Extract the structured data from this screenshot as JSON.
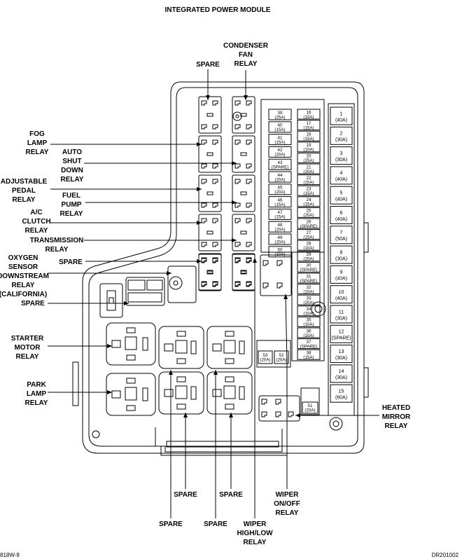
{
  "title": "INTEGRATED POWER MODULE",
  "figure_id_left": "818W-9",
  "figure_id_right": "DR201002",
  "labels": {
    "spare_top": "SPARE",
    "condenser_fan_relay": [
      "CONDENSER",
      "FAN",
      "RELAY"
    ],
    "fog_lamp_relay": [
      "FOG",
      "LAMP",
      "RELAY"
    ],
    "auto_shut_down_relay": [
      "AUTO",
      "SHUT",
      "DOWN",
      "RELAY"
    ],
    "adjustable_pedal_relay": [
      "ADJUSTABLE",
      "PEDAL",
      "RELAY"
    ],
    "fuel_pump_relay": [
      "FUEL",
      "PUMP",
      "RELAY"
    ],
    "ac_clutch_relay": [
      "A/C",
      "CLUTCH",
      "RELAY"
    ],
    "transmission_relay": [
      "TRANSMISSION",
      "RELAY"
    ],
    "spare_mid": "SPARE",
    "oxygen_sensor_relay": [
      "OXYGEN",
      "SENSOR",
      "DOWNSTREAM",
      "RELAY",
      "(CALIFORNIA)"
    ],
    "spare_left": "SPARE",
    "starter_motor_relay": [
      "STARTER",
      "MOTOR",
      "RELAY"
    ],
    "park_lamp_relay": [
      "PARK",
      "LAMP",
      "RELAY"
    ],
    "heated_mirror_relay": [
      "HEATED",
      "MIRROR",
      "RELAY"
    ],
    "spare_b1": "SPARE",
    "spare_b2": "SPARE",
    "spare_b3": "SPARE",
    "spare_b4": "SPARE",
    "wiper_on_off_relay": [
      "WIPER",
      "ON/OFF",
      "RELAY"
    ],
    "wiper_high_low_relay": [
      "WIPER",
      "HIGH/LOW",
      "RELAY"
    ]
  },
  "fuses_col1": [
    [
      "39",
      "(25A)"
    ],
    [
      "40",
      "(15A)"
    ],
    [
      "41",
      "(15A)"
    ],
    [
      "42",
      "(20A)"
    ],
    [
      "43",
      "(SPARE)"
    ],
    [
      "44",
      "(20A)"
    ],
    [
      "45",
      "(20A)"
    ],
    [
      "46",
      "(15A)"
    ],
    [
      "47",
      "(15A)"
    ],
    [
      "48",
      "(20A)"
    ],
    [
      "49",
      "(20A)"
    ],
    [
      "50",
      "(10A)"
    ]
  ],
  "fuses_col2": [
    [
      "16",
      "(10A)"
    ],
    [
      "17",
      "(15A)"
    ],
    [
      "18",
      "(15A)"
    ],
    [
      "19",
      "(10A)"
    ],
    [
      "20",
      "(25A)"
    ],
    [
      "21",
      "(20A)"
    ],
    [
      "22",
      "(20A)"
    ],
    [
      "23",
      "(15A)"
    ],
    [
      "24",
      "(15A)"
    ],
    [
      "25",
      "(20A)"
    ],
    [
      "26",
      "(SPARE)"
    ],
    [
      "27",
      "(15A)"
    ],
    [
      "28",
      "(10A)"
    ],
    [
      "29",
      "(20A)"
    ],
    [
      "30",
      "(SPARE)"
    ],
    [
      "31",
      "(SPARE)"
    ],
    [
      "32",
      "(10A)"
    ],
    [
      "33",
      "(20A)"
    ],
    [
      "34",
      "(10A)"
    ],
    [
      "35",
      "(10A)"
    ],
    [
      "36",
      "(10A)"
    ],
    [
      "37",
      "(SPARE)"
    ],
    [
      "38",
      "(15A)"
    ]
  ],
  "fuses_big": [
    [
      "1",
      "(40A)"
    ],
    [
      "2",
      "(30A)"
    ],
    [
      "3",
      "(30A)"
    ],
    [
      "4",
      "(40A)"
    ],
    [
      "5",
      "(40A)"
    ],
    [
      "6",
      "(40A)"
    ],
    [
      "7",
      "(50A)"
    ],
    [
      "8",
      "(30A)"
    ],
    [
      "9",
      "(40A)"
    ],
    [
      "10",
      "(40A)"
    ],
    [
      "11",
      "(30A)"
    ],
    [
      "12",
      "(SPARE)"
    ],
    [
      "13",
      "(30A)"
    ],
    [
      "14",
      "(30A)"
    ],
    [
      "15",
      "(60A)"
    ]
  ],
  "fuses_misc": [
    [
      "53",
      "(20A)"
    ],
    [
      "52",
      "(20A)"
    ],
    [
      "51",
      "(20A)"
    ]
  ]
}
